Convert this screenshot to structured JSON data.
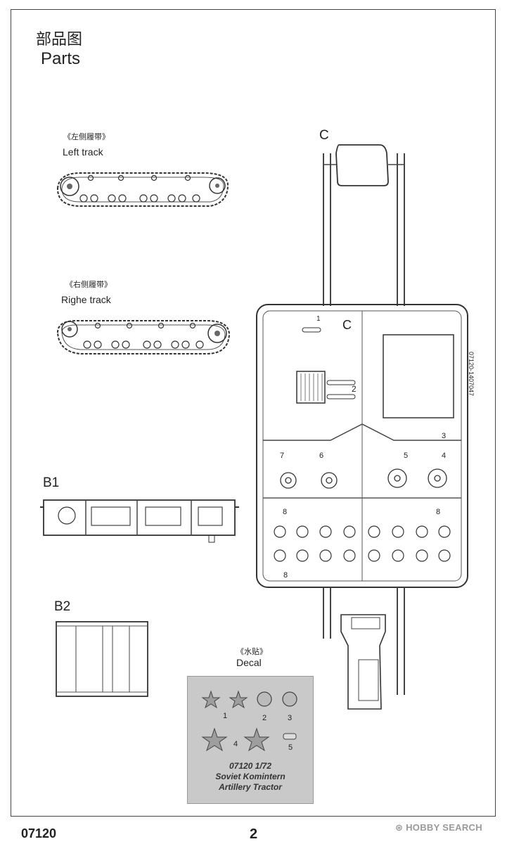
{
  "page": {
    "title_cn": "部品图",
    "title_en": "Parts",
    "footer_code": "07120",
    "page_number": "2",
    "watermark": "HOBBY SEARCH"
  },
  "tracks": {
    "left_cn": "《左侧履带》",
    "left_en": "Left track",
    "right_cn": "《右侧履带》",
    "right_en": "Righe track"
  },
  "parts": {
    "b1_label": "B1",
    "b2_label": "B2",
    "c_label": "C",
    "sprue_code": "07120-1407047",
    "sprue_letter": "C",
    "numbers": [
      "1",
      "2",
      "3",
      "4",
      "5",
      "6",
      "7",
      "8",
      "8",
      "8"
    ]
  },
  "decal": {
    "label_cn": "《水贴》",
    "label_en": "Decal",
    "numbers": [
      "1",
      "2",
      "3",
      "4",
      "5"
    ],
    "line1": "07120 1/72",
    "line2": "Soviet Komintern",
    "line3": "Artillery Tractor"
  }
}
